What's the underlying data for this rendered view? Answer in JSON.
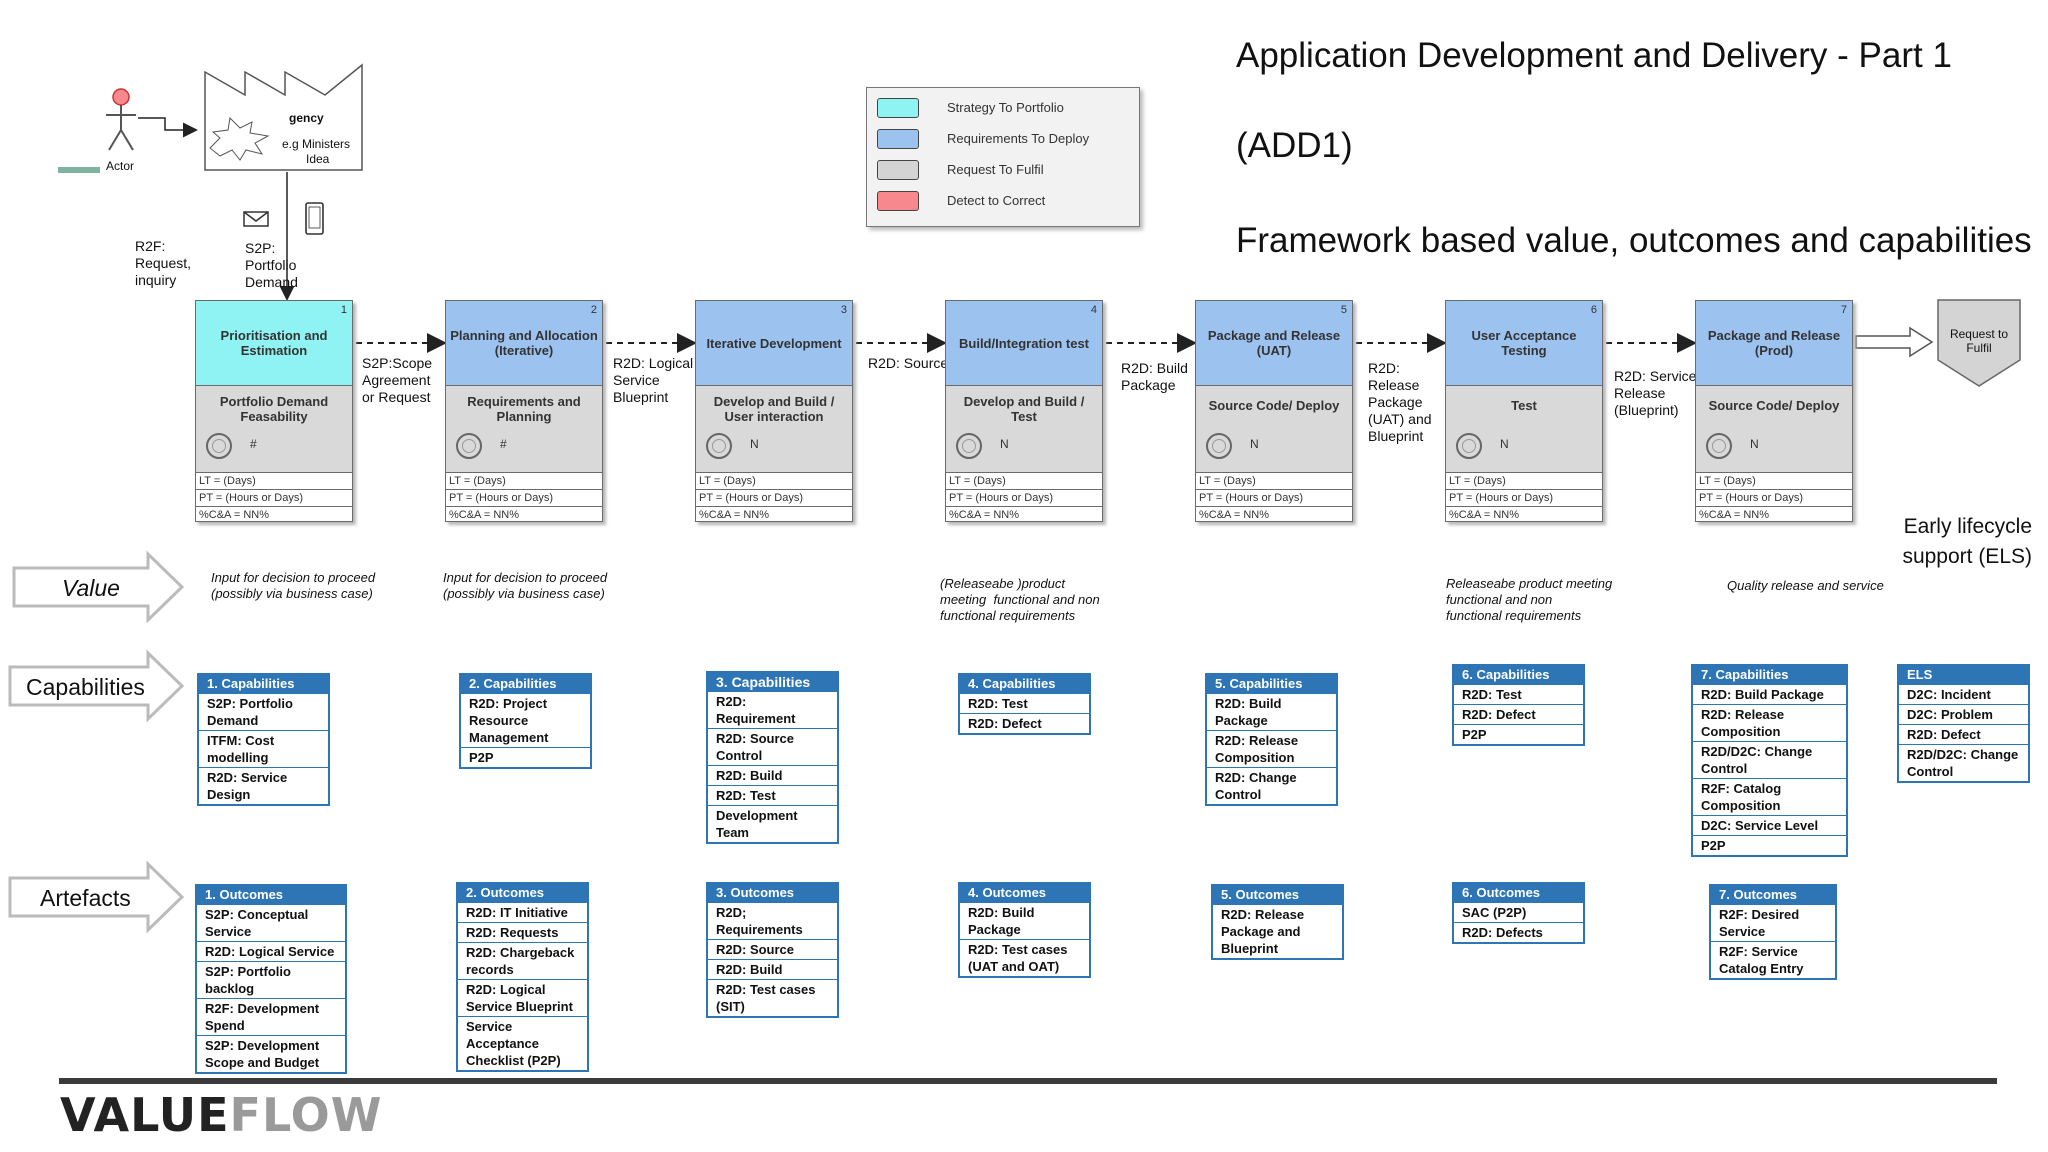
{
  "titles": {
    "main": "Application Development and Delivery - Part 1",
    "code": "(ADD1)",
    "subtitle": "Framework based value, outcomes and capabilities"
  },
  "legend": [
    {
      "label": "Strategy To Portfolio",
      "color": "#8ff3f3"
    },
    {
      "label": "Requirements To Deploy",
      "color": "#9cc3f0"
    },
    {
      "label": "Request To Fulfil",
      "color": "#d4d4d4"
    },
    {
      "label": "Detect to Correct",
      "color": "#f7888e"
    }
  ],
  "topleft": {
    "actor": "Actor",
    "agency_line1": "gency",
    "agency_line2": "e.g Ministers",
    "agency_line3": "Idea",
    "r2f_label": "R2F:\nRequest,\ninquiry",
    "s2p_label": "S2P:\nPortfolio\nDemand"
  },
  "stages": [
    {
      "num": "1",
      "title": "Prioritisation and Estimation",
      "activity": "Portfolio Demand Feasability",
      "symbol": "#",
      "color": "#8ff3f3"
    },
    {
      "num": "2",
      "title": "Planning and Allocation (Iterative)",
      "activity": "Requirements and Planning",
      "symbol": "#",
      "color": "#9cc3f0"
    },
    {
      "num": "3",
      "title": "Iterative Development",
      "activity": "Develop and Build / User interaction",
      "symbol": "N",
      "color": "#9cc3f0"
    },
    {
      "num": "4",
      "title": "Build/Integration  test",
      "activity": "Develop and Build / Test",
      "symbol": "N",
      "color": "#9cc3f0"
    },
    {
      "num": "5",
      "title": "Package and Release (UAT)",
      "activity": "Source Code/ Deploy",
      "symbol": "N",
      "color": "#9cc3f0"
    },
    {
      "num": "6",
      "title": "User Acceptance Testing",
      "activity": "Test",
      "symbol": "N",
      "color": "#9cc3f0"
    },
    {
      "num": "7",
      "title": "Package and Release (Prod)",
      "activity": "Source Code/ Deploy",
      "symbol": "N",
      "color": "#9cc3f0"
    }
  ],
  "metrics": [
    "LT = (Days)",
    "PT = (Hours or Days)",
    "%C&A = NN%"
  ],
  "connectors": [
    "S2P:Scope\nAgreement\nor Request",
    "R2D: Logical\nService\nBlueprint",
    "R2D: Source",
    "R2D: Build\nPackage",
    "R2D:\nRelease\nPackage\n(UAT) and\nBlueprint",
    "R2D: Service\nRelease\n(Blueprint)"
  ],
  "request_to_fulfil": "Request to\nFulfil",
  "els_label": "Early lifecycle\nsupport (ELS)",
  "row_labels": {
    "value": "Value",
    "capabilities": "Capabilities",
    "artefacts": "Artefacts"
  },
  "value_notes": [
    "Input for decision to proceed\n(possibly via business case)",
    "Input for decision to proceed\n(possibly via business case)",
    "(Releaseabe )product\nmeeting  functional and non\nfunctional requirements",
    "Releaseabe product meeting\nfunctional and non\nfunctional requirements",
    "Quality release and service"
  ],
  "capabilities": [
    {
      "title": "1. Capabilities",
      "items": [
        "S2P: Portfolio Demand",
        "ITFM: Cost modelling",
        "R2D: Service Design"
      ]
    },
    {
      "title": "2. Capabilities",
      "items": [
        "R2D: Project Resource Management",
        "P2P"
      ]
    },
    {
      "title": "3. Capabilities",
      "items": [
        "R2D: Requirement",
        "R2D: Source Control",
        "R2D: Build",
        "R2D: Test",
        "Development Team"
      ]
    },
    {
      "title": "4. Capabilities",
      "items": [
        "R2D: Test",
        "R2D: Defect"
      ]
    },
    {
      "title": "5. Capabilities",
      "items": [
        "R2D: Build Package",
        "R2D: Release Composition",
        "R2D: Change Control"
      ]
    },
    {
      "title": "6. Capabilities",
      "items": [
        "R2D: Test",
        "R2D: Defect",
        "P2P"
      ]
    },
    {
      "title": "7. Capabilities",
      "items": [
        "R2D: Build Package",
        "R2D: Release Composition",
        "R2D/D2C: Change Control",
        "R2F: Catalog Composition",
        "D2C: Service Level",
        "P2P"
      ]
    },
    {
      "title": "ELS",
      "items": [
        "D2C: Incident",
        "D2C: Problem",
        "R2D: Defect",
        "R2D/D2C: Change Control"
      ]
    }
  ],
  "outcomes": [
    {
      "title": "1. Outcomes",
      "items": [
        "S2P: Conceptual Service",
        "R2D: Logical Service",
        "S2P: Portfolio backlog",
        "R2F: Development Spend",
        "S2P: Development Scope and Budget"
      ]
    },
    {
      "title": "2. Outcomes",
      "items": [
        "R2D: IT Initiative",
        "R2D: Requests",
        "R2D: Chargeback records",
        "R2D: Logical Service Blueprint",
        "Service Acceptance Checklist (P2P)"
      ]
    },
    {
      "title": "3. Outcomes",
      "items": [
        "R2D; Requirements",
        "R2D: Source",
        "R2D: Build",
        "R2D: Test cases (SIT)"
      ]
    },
    {
      "title": "4. Outcomes",
      "items": [
        "R2D: Build Package",
        "R2D: Test cases (UAT and OAT)"
      ]
    },
    {
      "title": "5. Outcomes",
      "items": [
        "R2D: Release Package and Blueprint"
      ]
    },
    {
      "title": "6.  Outcomes",
      "items": [
        "SAC (P2P)",
        "R2D: Defects"
      ]
    },
    {
      "title": "7. Outcomes",
      "items": [
        "R2F: Desired Service",
        "R2F: Service Catalog Entry"
      ]
    }
  ],
  "logo": {
    "part1": "VALUE",
    "part2": "FLOW"
  }
}
